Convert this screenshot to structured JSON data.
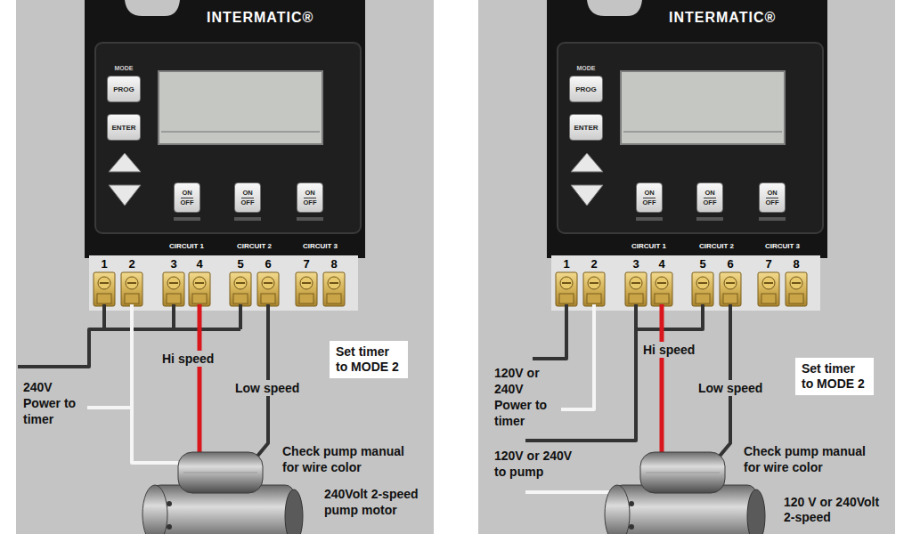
{
  "diagram": {
    "nodes": [
      {
        "text": [
          "INTERMATIC®"
        ]
      },
      {
        "text": [
          "PROG"
        ],
        "in": 0
      },
      {
        "text": [
          "ENTER"
        ],
        "in": 0
      },
      {
        "text": [
          "ON OFF"
        ],
        "in": 0
      },
      {
        "text": [
          "ON OFF"
        ],
        "in": 0
      },
      {
        "text": [
          "ON OFF"
        ],
        "in": 0
      },
      {
        "text": [
          "Set timer to MODE 2"
        ]
      },
      {
        "text": [
          "INTERMATIC®"
        ]
      },
      {
        "text": [
          "PROG"
        ],
        "in": 7
      },
      {
        "text": [
          "ENTER"
        ],
        "in": 7
      },
      {
        "text": [
          "ON OFF"
        ],
        "in": 7
      },
      {
        "text": [
          "ON OFF"
        ],
        "in": 7
      },
      {
        "text": [
          "ON OFF"
        ],
        "in": 7
      },
      {
        "text": [
          "Set timer to MODE 2"
        ]
      }
    ],
    "labels": [
      "MODE",
      "CIRCUIT 1",
      "CIRCUIT 2",
      "CIRCUIT 3",
      "1",
      "2",
      "3",
      "4",
      "5",
      "6",
      "7",
      "8",
      "Hi speed",
      "Low speed",
      "240V Power to timer",
      "Check pump manual for wire color",
      "240Volt 2-speed pump motor",
      "MODE",
      "CIRCUIT 1",
      "CIRCUIT 2",
      "CIRCUIT 3",
      "1",
      "2",
      "3",
      "4",
      "5",
      "6",
      "7",
      "8",
      "Hi speed",
      "Low speed",
      "120V or 240V Power to timer",
      "120V or 240V to pump",
      "Check pump manual for wire color",
      "120 V or 240Volt 2-speed"
    ]
  }
}
